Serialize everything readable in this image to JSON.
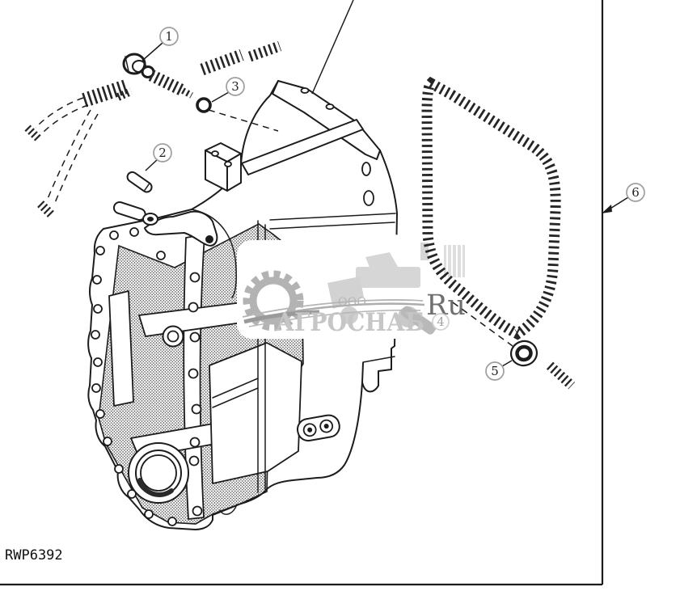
{
  "figure": {
    "code": "RWP6392"
  },
  "callouts": [
    {
      "label": "1"
    },
    {
      "label": "2"
    },
    {
      "label": "3"
    },
    {
      "label": "4"
    },
    {
      "label": "5"
    },
    {
      "label": "6"
    }
  ],
  "watermark": {
    "org_type": "ООО",
    "name": "АГРОСНАБ",
    "suffix": "Ru"
  },
  "colors": {
    "line": "#1c1c1c",
    "callout_ring": "#9e9e9e",
    "watermark_gray": "#c6c6c6",
    "watermark_dark": "#6f6f6f",
    "background": "#ffffff"
  }
}
